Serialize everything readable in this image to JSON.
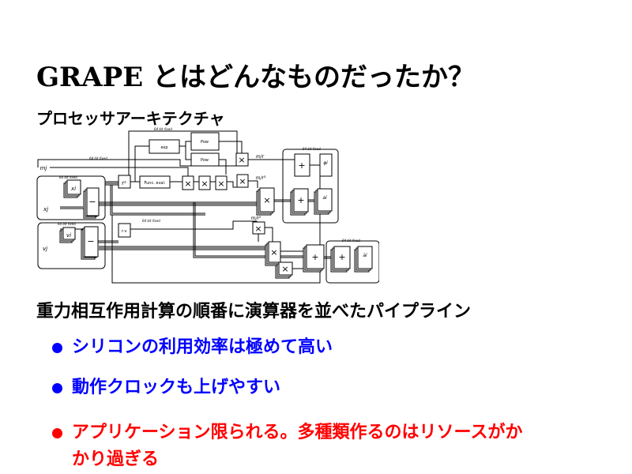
{
  "title": "GRAPE とはどんなものだったか？",
  "subtitle": "プロセッサアーキテクチャ",
  "diagram": {
    "bits_label": "64 bit fixed",
    "exp": "exp",
    "pow": "Pow",
    "r2": "r²",
    "func_eval": "Func. eval.",
    "rv": "r·v",
    "mul": "×",
    "add": "+",
    "sub": "−",
    "mj": "mj",
    "xi": "xi",
    "xj": "xj",
    "vi": "vi",
    "vj": "vj",
    "m_r": "m/r",
    "m_r3": "m/r³",
    "m_r5": "m/r⁵",
    "phi_i": "φi",
    "a_i": "ai",
    "adot_i": "ȧi"
  },
  "description": "重力相互作用計算の順番に演算器を並べたパイプライン",
  "bullets": [
    {
      "text": "シリコンの利用効率は極めて高い",
      "color": "#0000ff"
    },
    {
      "text": "動作クロックも上げやすい",
      "color": "#0000ff"
    },
    {
      "text": "アプリケーション限られる。多種類作るのはリソースがか",
      "text2": "かり過ぎる",
      "color": "#ff0000"
    }
  ]
}
